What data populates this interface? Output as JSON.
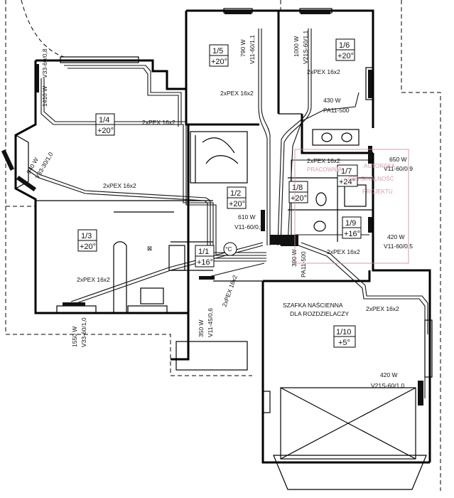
{
  "rooms": [
    {
      "id": "1_1",
      "number": "1/1",
      "temp": "+16°"
    },
    {
      "id": "1_2",
      "number": "1/2",
      "temp": "+20°"
    },
    {
      "id": "1_3",
      "number": "1/3",
      "temp": "+20°"
    },
    {
      "id": "1_4",
      "number": "1/4",
      "temp": "+20°"
    },
    {
      "id": "1_5",
      "number": "1/5",
      "temp": "+20°"
    },
    {
      "id": "1_6",
      "number": "1/6",
      "temp": "+20°"
    },
    {
      "id": "1_7",
      "number": "1/7",
      "temp": "+24°"
    },
    {
      "id": "1_8",
      "number": "1/8",
      "temp": "+20°"
    },
    {
      "id": "1_9",
      "number": "1/9",
      "temp": "+16°"
    },
    {
      "id": "1_10",
      "number": "1/10",
      "temp": "+5°"
    }
  ],
  "radiators": [
    {
      "id": "r1",
      "power": "1410 W",
      "model": "V33-60/0,8"
    },
    {
      "id": "r2",
      "power": "940 W",
      "model": "V33-30/1,0"
    },
    {
      "id": "r3",
      "power": "790 W",
      "model": "V11-60/1,1"
    },
    {
      "id": "r4",
      "power": "1000 W",
      "model": "V21S-60/1,1"
    },
    {
      "id": "r5",
      "power": "430 W",
      "model": "PA11-500"
    },
    {
      "id": "r6",
      "power": "650 W",
      "model": "V11-60/0,9"
    },
    {
      "id": "r7",
      "power": "610 W",
      "model": "V11-60/0,9"
    },
    {
      "id": "r8",
      "power": "420 W",
      "model": "V11-60/0,5"
    },
    {
      "id": "r9",
      "power": "390 W",
      "model": "PA11-500"
    },
    {
      "id": "r10",
      "power": "1550 W",
      "model": "V33-60/1,0"
    },
    {
      "id": "r11",
      "power": "350 W",
      "model": "V11-45/0,6"
    },
    {
      "id": "r12",
      "power": "420 W",
      "model": "V21S-60/1,0"
    }
  ],
  "pipe_label": "2xPEX 16x2",
  "cabinet": {
    "line1": "SZAFKA NAŚCIENNA",
    "line2": "DLA ROZDZIELACZY"
  },
  "boiler": "°C",
  "stamp": {
    "line1": "PRACOWNIA",
    "line2": "AUTORSKA",
    "line3": "ORYGINALNOŚĆ",
    "line4": "PROJEKTU"
  },
  "colors": {
    "ink": "#111111",
    "stamp": "#d48aa0"
  }
}
